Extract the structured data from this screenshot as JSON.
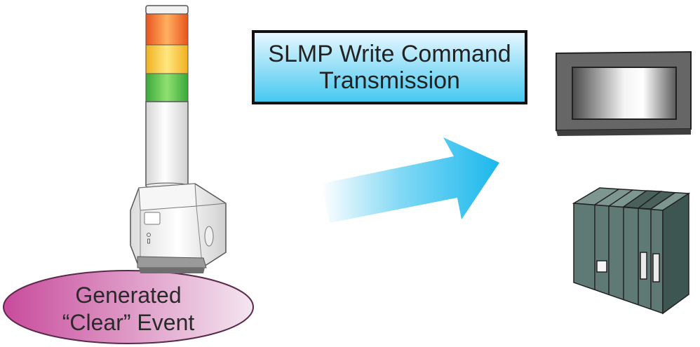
{
  "command_box": {
    "line1": "SLMP Write Command",
    "line2": "Transmission",
    "gradient_top": "#e6f7ff",
    "gradient_bottom": "#46c8f0"
  },
  "event": {
    "line1": "Generated",
    "line2": "“Clear” Event",
    "fill_left": "#c84b9c",
    "fill_right": "#f4e6f0"
  },
  "arrow": {
    "color": "#1ab8ec"
  },
  "signal_tower": {
    "lamp_colors": [
      "#e8541e",
      "#f0b020",
      "#3aa83a"
    ]
  },
  "devices": {
    "hmi": {
      "icon": "hmi-panel-icon"
    },
    "plc": {
      "icon": "plc-rack-icon"
    }
  }
}
